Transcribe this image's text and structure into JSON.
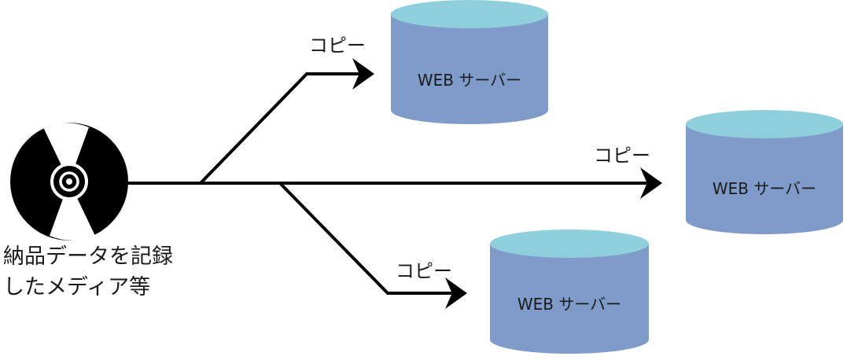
{
  "media": {
    "label_line1": "納品データを記録",
    "label_line2": "したメディア等",
    "icon": "disc-icon"
  },
  "copies": [
    {
      "label": "コピー",
      "server_label": "WEB サーバー"
    },
    {
      "label": "コピー",
      "server_label": "WEB サーバー"
    },
    {
      "label": "コピー",
      "server_label": "WEB サーバー"
    }
  ],
  "colors": {
    "server_body": "#7f9bc9",
    "server_top": "#8fcfdc",
    "line": "#000000"
  }
}
